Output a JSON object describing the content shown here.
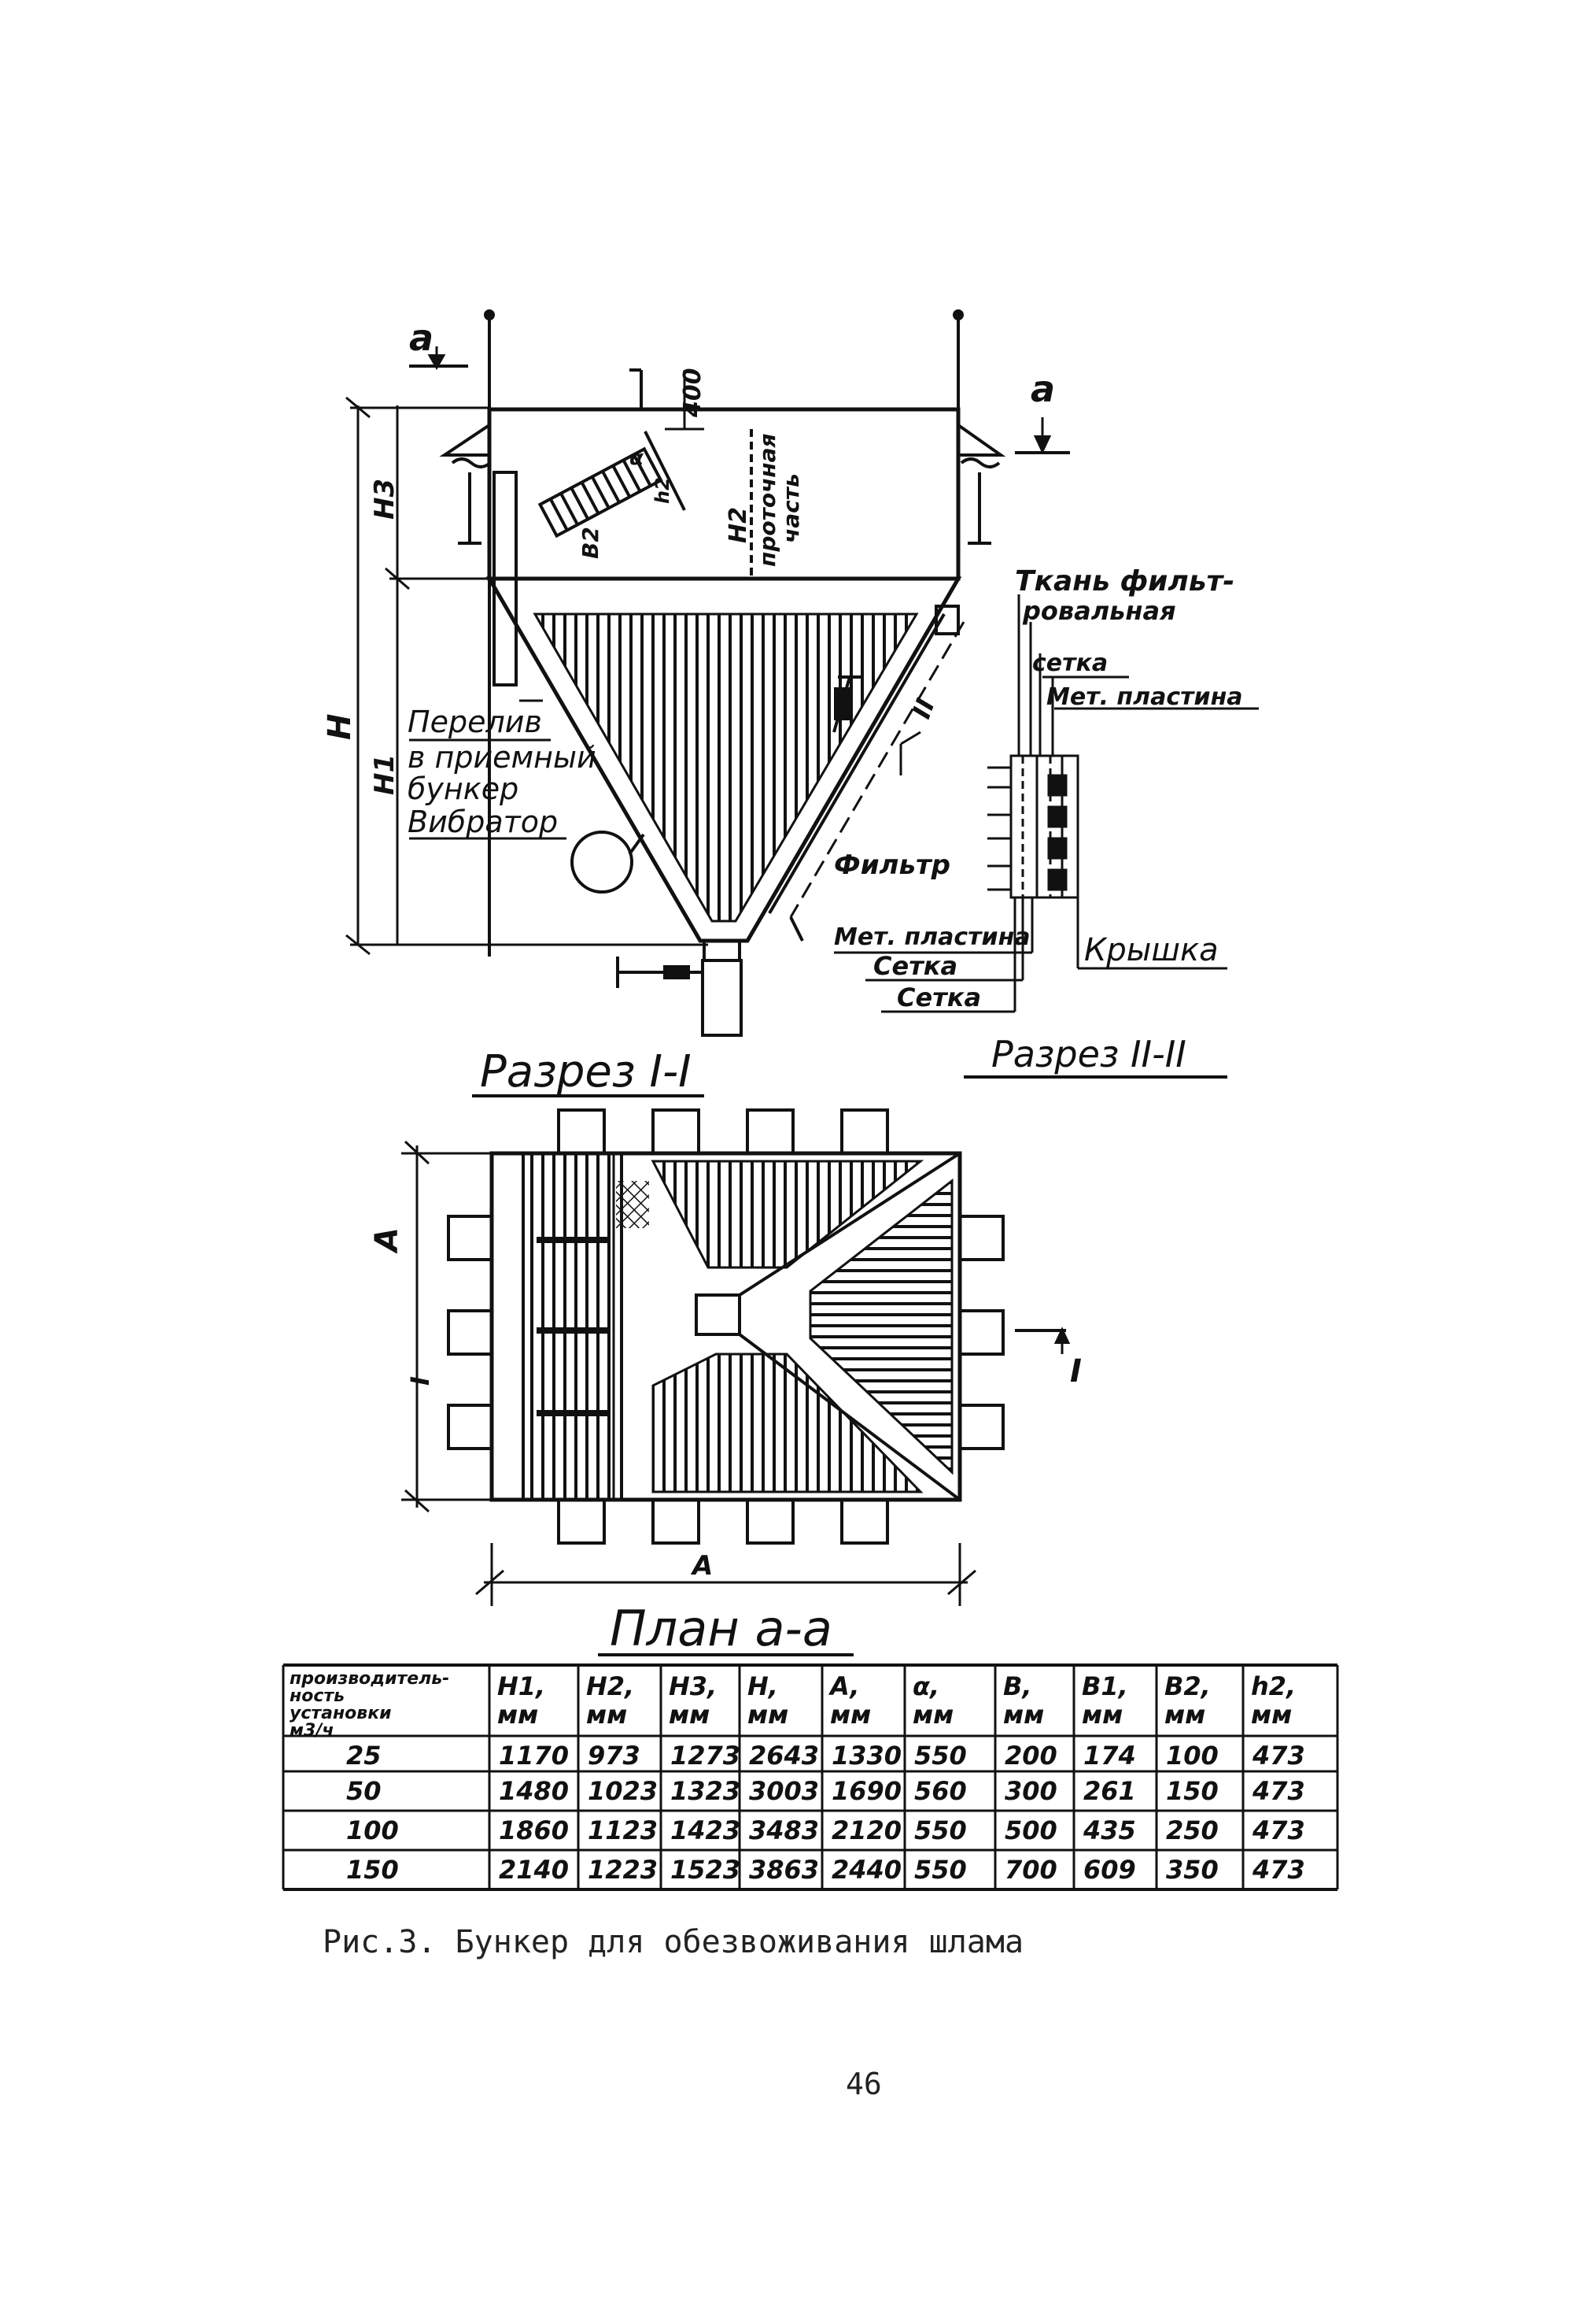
{
  "section_I": {
    "title": "Разрез I-I",
    "dim_400": "400",
    "dim_H": "H",
    "dim_H1": "H1",
    "dim_H3": "H3",
    "dim_H2": "H2",
    "dim_B2": "B2",
    "dim_h2": "h2",
    "dim_alpha": "α",
    "working_part": [
      "проточная",
      "часть"
    ],
    "mark_a_left": "a",
    "mark_a_right": "a",
    "label_overflow": [
      "Перелив",
      "в приемный",
      "бункер"
    ],
    "label_vibrator": "Вибратор",
    "label_filter": "Фильтр",
    "section_mark": "II"
  },
  "section_II": {
    "title": "Разрез II-II",
    "labels": [
      "Ткань фильт-",
      "ровальная",
      "сетка",
      "Мет. пластина",
      "Крышка",
      "Мет. пластина",
      "Сетка",
      "Сетка"
    ]
  },
  "plan": {
    "title": "План a-a",
    "dim_A_side": "A",
    "dim_A_bottom": "A",
    "mark_I_left": "I",
    "mark_I_right": "I"
  },
  "table": {
    "headers": [
      [
        "производитель-",
        "ность",
        "установки",
        "м3/ч"
      ],
      [
        "H1,",
        "мм"
      ],
      [
        "H2,",
        "мм"
      ],
      [
        "H3,",
        "мм"
      ],
      [
        "H,",
        "мм"
      ],
      [
        "A,",
        "мм"
      ],
      [
        "α,",
        "мм"
      ],
      [
        "B,",
        "мм"
      ],
      [
        "B1,",
        "мм"
      ],
      [
        "B2,",
        "мм"
      ],
      [
        "h2,",
        "мм"
      ]
    ],
    "rows": [
      [
        "25",
        "1170",
        "973",
        "1273",
        "2643",
        "1330",
        "550",
        "200",
        "174",
        "100",
        "473"
      ],
      [
        "50",
        "1480",
        "1023",
        "1323",
        "3003",
        "1690",
        "560",
        "300",
        "261",
        "150",
        "473"
      ],
      [
        "100",
        "1860",
        "1123",
        "1423",
        "3483",
        "2120",
        "550",
        "500",
        "435",
        "250",
        "473"
      ],
      [
        "150",
        "2140",
        "1223",
        "1523",
        "3863",
        "2440",
        "550",
        "700",
        "609",
        "350",
        "473"
      ]
    ]
  },
  "caption": "Рис.3. Бункер для обезвоживания шлама",
  "page_number": "46"
}
